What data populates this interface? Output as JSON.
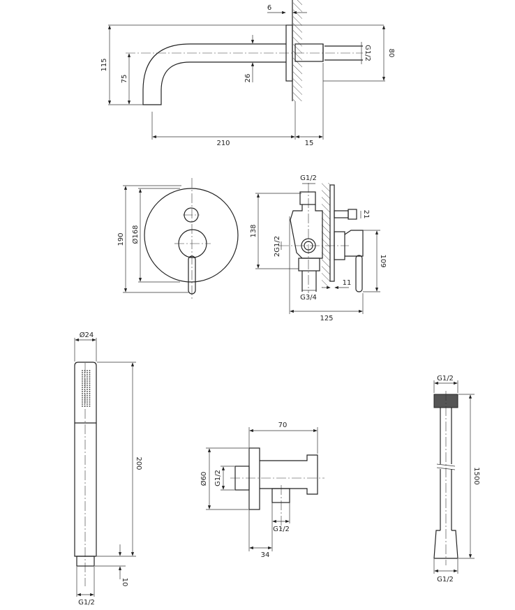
{
  "spout": {
    "d_6": "6",
    "d_115": "115",
    "d_75": "75",
    "d_26": "26",
    "d_80": "80",
    "d_g12": "G1/2",
    "d_210": "210",
    "d_15": "15"
  },
  "mixer_front": {
    "d_190": "190",
    "d_168": "Ø168"
  },
  "mixer_side": {
    "d_g12": "G1/2",
    "d_138": "138",
    "d_2g12": "2G1/2",
    "d_21": "21",
    "d_109": "109",
    "d_11": "11",
    "d_g34": "G3/4",
    "d_125": "125"
  },
  "hand_shower": {
    "d_24": "Ø24",
    "d_200": "200",
    "d_10": "10",
    "d_g12": "G1/2"
  },
  "wall_outlet": {
    "d_70": "70",
    "d_60": "Ø60",
    "d_g12_left": "G1/2",
    "d_g12_bottom": "G1/2",
    "d_34": "34"
  },
  "hose": {
    "d_g12_top": "G1/2",
    "d_1500": "1500",
    "d_g12_bottom": "G1/2"
  }
}
